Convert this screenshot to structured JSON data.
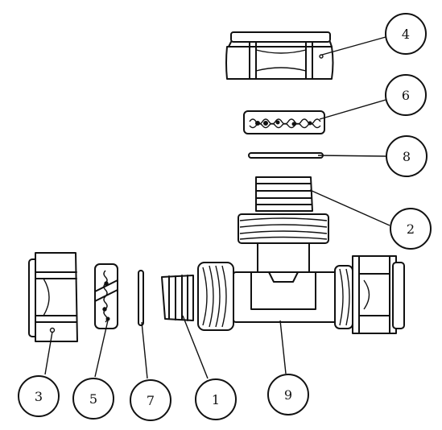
{
  "diagram": {
    "callouts": [
      {
        "id": "c4",
        "label": "4"
      },
      {
        "id": "c6",
        "label": "6"
      },
      {
        "id": "c8",
        "label": "8"
      },
      {
        "id": "c2",
        "label": "2"
      },
      {
        "id": "c3",
        "label": "3"
      },
      {
        "id": "c5",
        "label": "5"
      },
      {
        "id": "c7",
        "label": "7"
      },
      {
        "id": "c1",
        "label": "1"
      },
      {
        "id": "c9",
        "label": "9"
      }
    ],
    "colors": {
      "ink": "#111111",
      "paper": "#ffffff"
    }
  }
}
